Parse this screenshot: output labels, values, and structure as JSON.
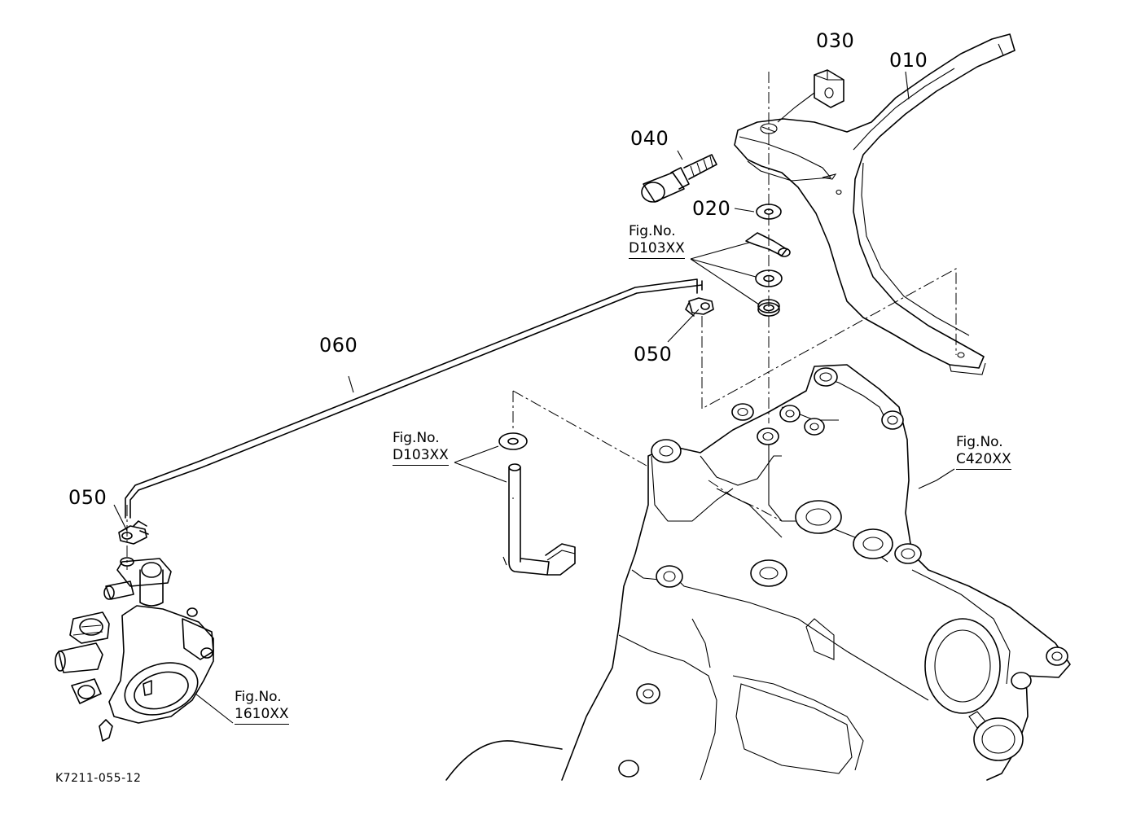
{
  "diagram": {
    "parts": {
      "p010": "010",
      "p020": "020",
      "p030": "030",
      "p040": "040",
      "p050_upper": "050",
      "p050_lower": "050",
      "p060": "060"
    },
    "figure_refs": {
      "fig_d103_upper": {
        "prefix": "Fig.No.",
        "code": "D103XX"
      },
      "fig_d103_lower": {
        "prefix": "Fig.No.",
        "code": "D103XX"
      },
      "fig_c420": {
        "prefix": "Fig.No.",
        "code": "C420XX"
      },
      "fig_1610": {
        "prefix": "Fig.No.",
        "code": "1610XX"
      }
    },
    "drawing_code": "K7211-055-12"
  }
}
